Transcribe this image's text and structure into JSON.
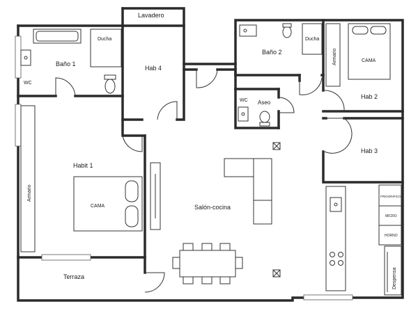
{
  "rooms": {
    "lavadero": "Lavadero",
    "bano1": "Baño 1",
    "ducha1": "Ducha",
    "wc1": "WC",
    "hab4": "Hab 4",
    "bano2": "Baño 2",
    "ducha2": "Ducha",
    "armario2": "Armario",
    "cama2": "CAMA",
    "wc2": "WC",
    "aseo": "Aseo",
    "hab2": "Hab 2",
    "hab3": "Hab 3",
    "habit1": "Habit 1",
    "armario1": "Armario",
    "cama1": "CAMA",
    "salon": "Salón-cocina",
    "terraza": "Terraza",
    "frigorifico": "FRIGORIFICO",
    "micro": "MICRO",
    "horno": "HORNO",
    "despensa": "Despensa"
  }
}
